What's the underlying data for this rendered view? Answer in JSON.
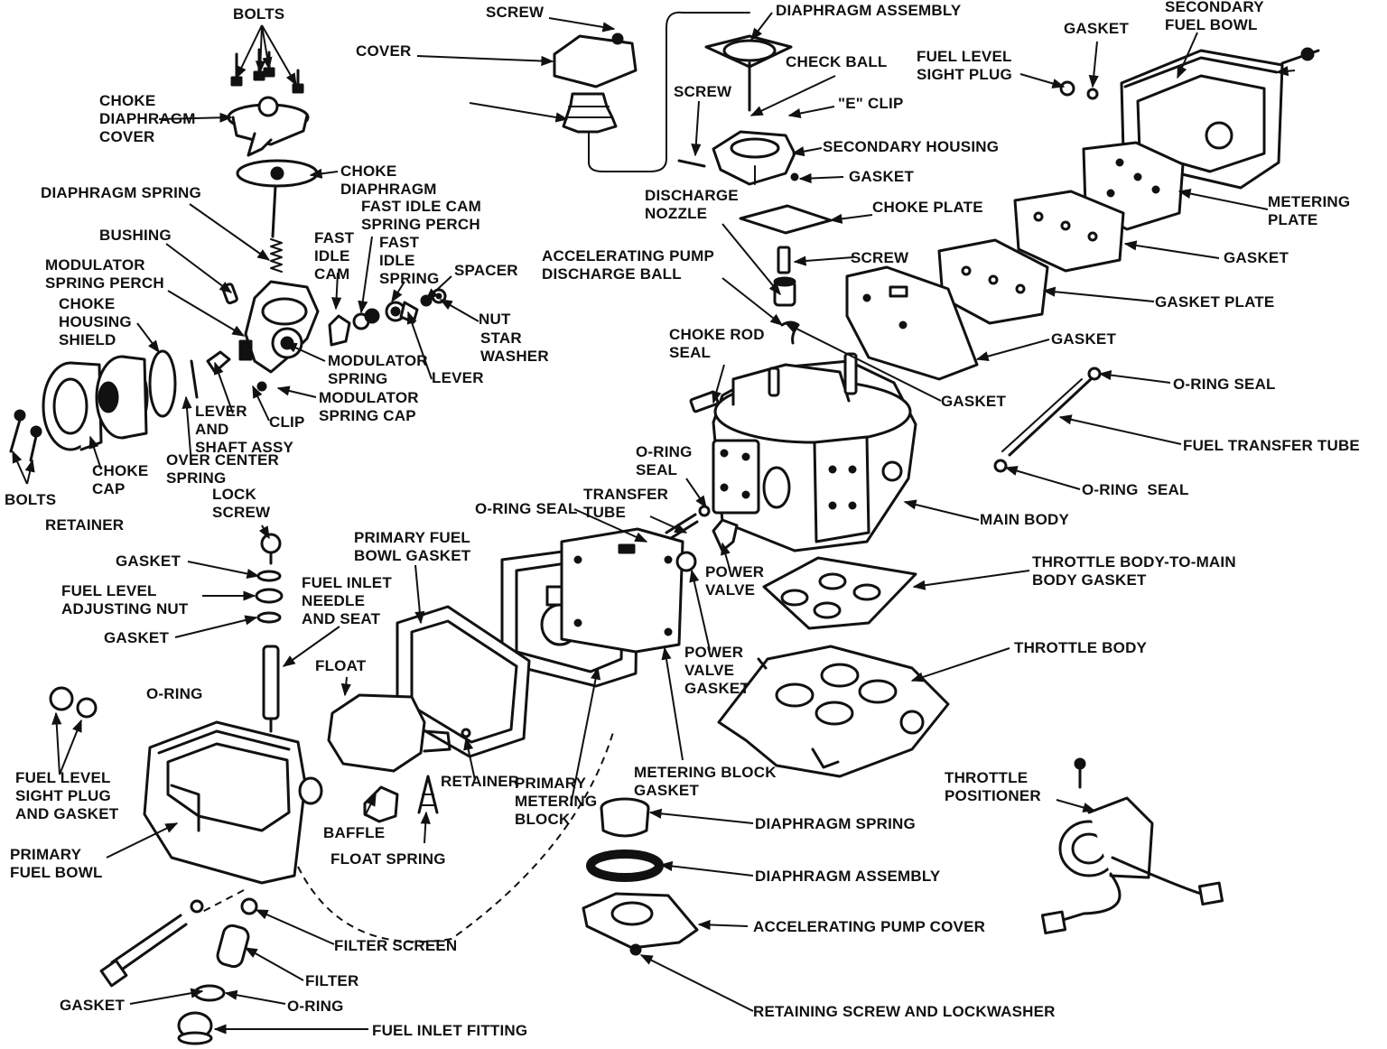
{
  "labels": {
    "bolts_top": "BOLTS",
    "screw_top": "SCREW",
    "diaphragm_assembly_top": "DIAPHRAGM ASSEMBLY",
    "gasket_top_right": "GASKET",
    "secondary_fuel_bowl": "SECONDARY\nFUEL BOWL",
    "cover": "COVER",
    "check_ball": "CHECK BALL",
    "fuel_level_sight_plug_top": "FUEL LEVEL\nSIGHT PLUG",
    "choke_diaphragm_cover": "CHOKE\nDIAPHRAGM\nCOVER",
    "screw_mid": "SCREW",
    "e_clip": "\"E\" CLIP",
    "secondary_housing": "SECONDARY HOUSING",
    "choke_diaphragm": "CHOKE\nDIAPHRAGM",
    "gasket_secondary_housing": "GASKET",
    "discharge_nozzle": "DISCHARGE\nNOZZLE",
    "diaphragm_spring_left": "DIAPHRAGM SPRING",
    "fast_idle_cam_spring_perch": "FAST IDLE CAM\nSPRING PERCH",
    "metering_plate": "METERING\nPLATE",
    "choke_plate": "CHOKE PLATE",
    "bushing": "BUSHING",
    "fast_idle_cam": "FAST\nIDLE\nCAM",
    "fast_idle_spring": "FAST\nIDLE\nSPRING",
    "accelerating_pump_discharge_ball": "ACCELERATING PUMP\nDISCHARGE BALL",
    "screw_choke_plate": "SCREW",
    "gasket_metering_plate": "GASKET",
    "modulator_spring_perch": "MODULATOR\nSPRING PERCH",
    "spacer": "SPACER",
    "gasket_plate": "GASKET PLATE",
    "choke_housing_shield": "CHOKE\nHOUSING\nSHIELD",
    "nut": "NUT",
    "star_washer": "STAR\nWASHER",
    "choke_rod_seal": "CHOKE ROD\nSEAL",
    "gasket_plate_lower": "GASKET",
    "modulator_spring": "MODULATOR\nSPRING",
    "lever_upper": "LEVER",
    "o_ring_seal_right_top": "O-RING SEAL",
    "modulator_spring_cap": "MODULATOR\nSPRING CAP",
    "gasket_choke_plate_lower": "GASKET",
    "lever_and_shaft_assy": "LEVER\nAND\nSHAFT ASSY",
    "clip": "CLIP",
    "fuel_transfer_tube": "FUEL TRANSFER TUBE",
    "o_ring_seal_mid": "O-RING\nSEAL",
    "choke_cap": "CHOKE\nCAP",
    "over_center_spring": "OVER CENTER\nSPRING",
    "o_ring_seal_right_bottom": "O-RING  SEAL",
    "bolts_left": "BOLTS",
    "lock_screw": "LOCK\nSCREW",
    "transfer_tube": "TRANSFER\nTUBE",
    "o_ring_seal_left": "O-RING SEAL",
    "retainer_top": "RETAINER",
    "main_body": "MAIN BODY",
    "primary_fuel_bowl_gasket": "PRIMARY FUEL\nBOWL GASKET",
    "gasket_lock_screw": "GASKET",
    "power_valve": "POWER\nVALVE",
    "throttle_body_to_main": "THROTTLE BODY-TO-MAIN\nBODY GASKET",
    "fuel_inlet_needle_and_seat": "FUEL INLET\nNEEDLE\nAND SEAT",
    "fuel_level_adjusting_nut": "FUEL LEVEL\nADJUSTING NUT",
    "gasket_adjusting_nut": "GASKET",
    "throttle_body": "THROTTLE BODY",
    "power_valve_gasket": "POWER\nVALVE\nGASKET",
    "float": "FLOAT",
    "o_ring_left": "O-RING",
    "metering_block_gasket": "METERING BLOCK\nGASKET",
    "throttle_positioner": "THROTTLE\nPOSITIONER",
    "fuel_level_sight_plug_and_gasket": "FUEL LEVEL\nSIGHT PLUG\nAND GASKET",
    "retainer_bottom": "RETAINER",
    "primary_metering_block": "PRIMARY\nMETERING\nBLOCK",
    "baffle": "BAFFLE",
    "diaphragm_spring_bottom": "DIAPHRAGM SPRING",
    "primary_fuel_bowl": "PRIMARY\nFUEL BOWL",
    "float_spring": "FLOAT SPRING",
    "diaphragm_assembly_bottom": "DIAPHRAGM ASSEMBLY",
    "accelerating_pump_cover": "ACCELERATING PUMP COVER",
    "filter_screen": "FILTER SCREEN",
    "filter": "FILTER",
    "gasket_bottom": "GASKET",
    "o_ring_bottom": "O-RING",
    "fuel_inlet_fitting": "FUEL INLET FITTING",
    "retaining_screw_and_lockwasher": "RETAINING SCREW AND LOCKWASHER"
  }
}
